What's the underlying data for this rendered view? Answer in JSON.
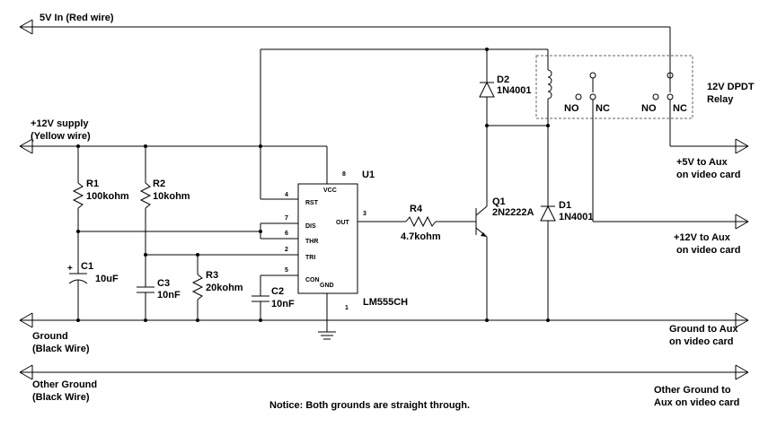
{
  "nets": {
    "v5_in": "5V In (Red wire)",
    "v12_supply": "+12V supply",
    "v12_supply_note": "(Yellow wire)",
    "ground": "Ground",
    "ground_note": "(Black Wire)",
    "other_ground": "Other Ground",
    "other_ground_note": "(Black Wire)",
    "out_5v": "+5V to Aux",
    "out_5v_note": "on video card",
    "out_12v": "+12V to Aux",
    "out_12v_note": "on video card",
    "out_ground": "Ground to Aux",
    "out_ground_note": "on video card",
    "out_other_ground": "Other Ground to",
    "out_other_ground_note": "Aux on video card"
  },
  "components": {
    "r1": {
      "ref": "R1",
      "value": "100kohm"
    },
    "r2": {
      "ref": "R2",
      "value": "10kohm"
    },
    "r3": {
      "ref": "R3",
      "value": "20kohm"
    },
    "r4": {
      "ref": "R4",
      "value": "4.7kohm"
    },
    "c1": {
      "ref": "C1",
      "value": "10uF"
    },
    "c2": {
      "ref": "C2",
      "value": "10nF"
    },
    "c3": {
      "ref": "C3",
      "value": "10nF"
    },
    "d1": {
      "ref": "D1",
      "value": "1N4001"
    },
    "d2": {
      "ref": "D2",
      "value": "1N4001"
    },
    "q1": {
      "ref": "Q1",
      "value": "2N2222A"
    },
    "u1": {
      "ref": "U1",
      "part": "LM555CH",
      "pins": {
        "vcc": "VCC",
        "rst": "RST",
        "dis": "DIS",
        "thr": "THR",
        "tri": "TRI",
        "con": "CON",
        "gnd": "GND",
        "out": "OUT"
      },
      "pin_numbers": {
        "p8": "8",
        "p4": "4",
        "p7": "7",
        "p6": "6",
        "p2": "2",
        "p5": "5",
        "p3": "3",
        "p1": "1"
      }
    },
    "relay": {
      "title": "12V DPDT",
      "subtitle": "Relay",
      "no1": "NO",
      "nc1": "NC",
      "no2": "NO",
      "nc2": "NC"
    }
  },
  "notice": "Notice: Both grounds are straight through."
}
